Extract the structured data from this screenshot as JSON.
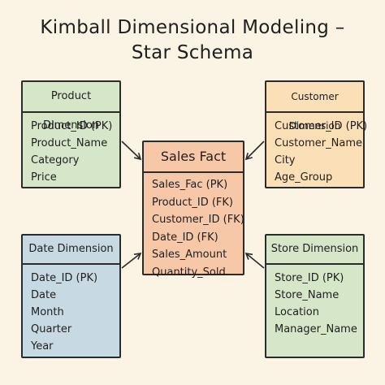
{
  "title": {
    "line1": "Kimball Dimensional Modeling –",
    "line2": "Star Schema"
  },
  "fact": {
    "name": "Sales Fact",
    "fields": [
      "Sales_Fac (PK)",
      "Product_ID (FK)",
      "Customer_ID (FK)",
      "Date_ID (FK)",
      "Sales_Amount",
      "Quantity_Sold"
    ],
    "color": "#f7c8a8"
  },
  "dimensions": {
    "product": {
      "name": "Product Dimension",
      "fields": [
        "Product_ID (PK)",
        "Product_Name",
        "Category",
        "Price"
      ],
      "color": "#d6e6c9"
    },
    "customer": {
      "name": "Customer Dimension",
      "fields": [
        "Customer_ID (PK)",
        "Customer_Name",
        "City",
        "Age_Group"
      ],
      "color": "#fbdfb7"
    },
    "date": {
      "name": "Date Dimension",
      "fields": [
        "Date_ID (PK)",
        "Date",
        "Month",
        "Quarter",
        "Year"
      ],
      "color": "#c7d9e3"
    },
    "store": {
      "name": "Store Dimension",
      "fields": [
        "Store_ID (PK)",
        "Store_Name",
        "Location",
        "Manager_Name"
      ],
      "color": "#d6e6c9"
    }
  }
}
